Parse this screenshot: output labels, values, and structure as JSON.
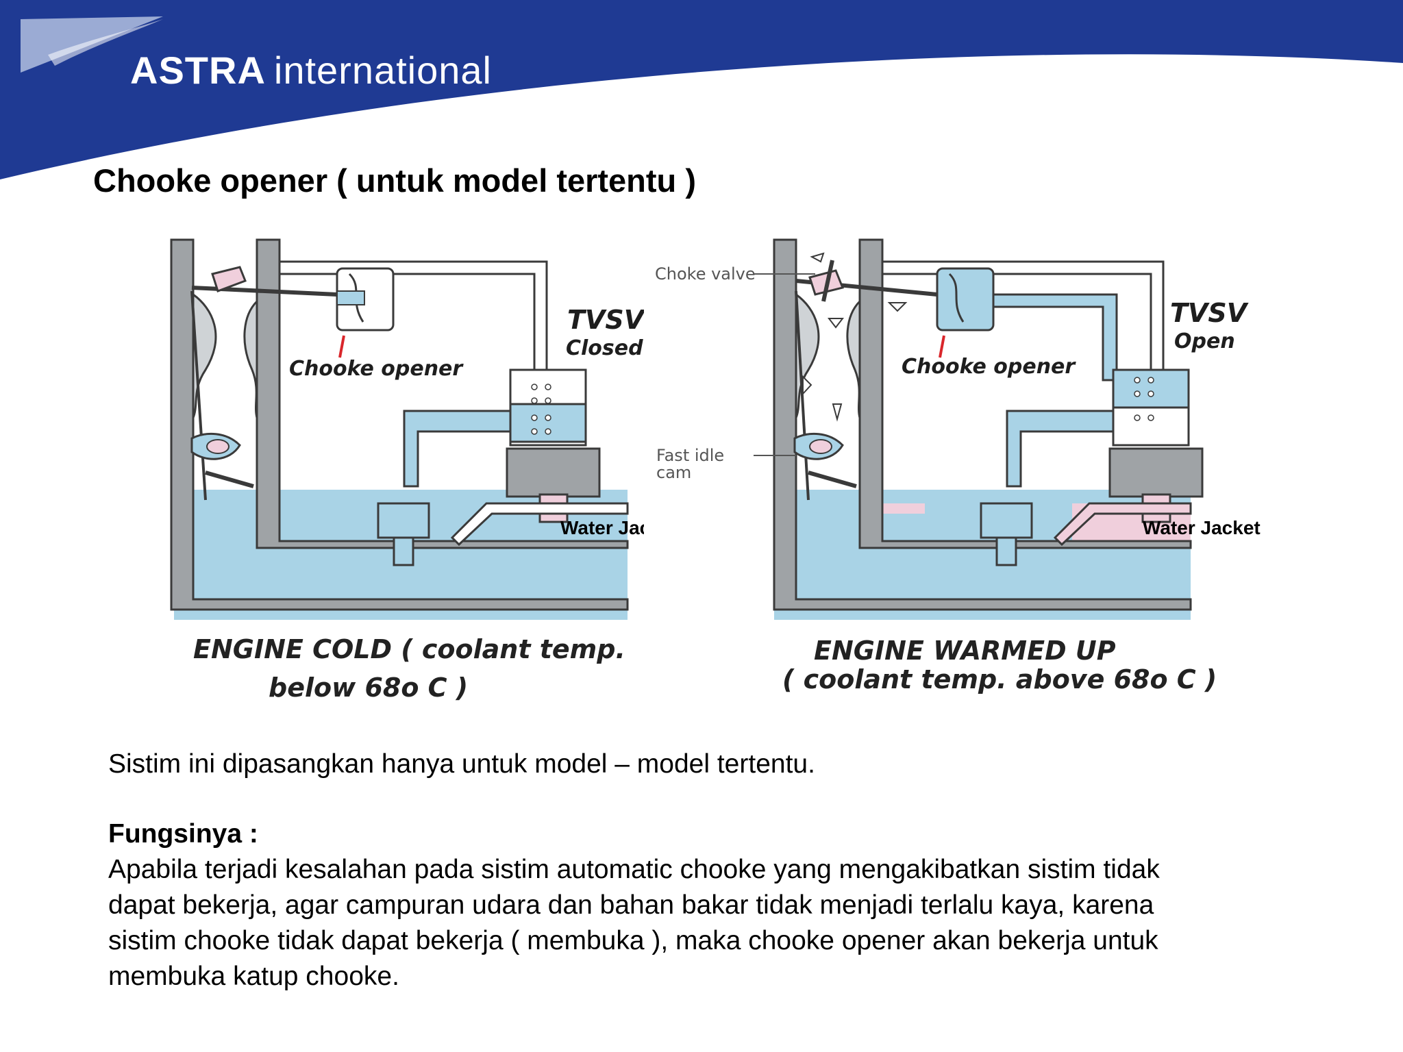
{
  "header": {
    "brand_bold": "ASTRA",
    "brand_light": "international",
    "colors": {
      "navy": "#1f3a93",
      "swoosh": "#a9b8dc"
    }
  },
  "slide": {
    "title": "Chooke opener ( untuk model tertentu )"
  },
  "diagrams": {
    "cold": {
      "chooke_opener": "Chooke opener",
      "tvsv": "TVSV",
      "tvsv_state": "Closed",
      "water_jacket": "Water Jacket",
      "caption_line1": "ENGINE COLD ( coolant temp.",
      "caption_line2": "below 68o C )"
    },
    "warm": {
      "choke_valve": "Choke valve",
      "fast_idle_line1": "Fast idle",
      "fast_idle_line2": "cam",
      "chooke_opener": "Chooke opener",
      "tvsv": "TVSV",
      "tvsv_state": "Open",
      "water_jacket": "Water Jacket",
      "caption_line1": "ENGINE  WARMED UP",
      "caption_line2": "( coolant temp. above 68o C )"
    },
    "colors": {
      "coolant": "#a9d3e6",
      "metal": "#9fa3a6",
      "warm": "#f0cfdc",
      "line": "#3a3a3a"
    }
  },
  "body": {
    "intro": "Sistim ini dipasangkan hanya untuk model – model tertentu.",
    "heading": "Fungsinya :",
    "lines": [
      "Apabila terjadi kesalahan pada sistim automatic chooke yang mengakibatkan sistim tidak",
      "dapat bekerja,  agar campuran udara dan bahan bakar tidak menjadi terlalu kaya, karena",
      "sistim chooke tidak dapat bekerja ( membuka ), maka chooke opener akan bekerja untuk",
      "membuka katup chooke."
    ]
  }
}
